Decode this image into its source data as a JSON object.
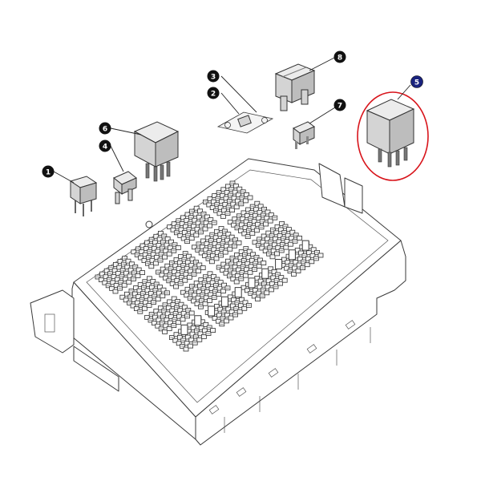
{
  "callouts": [
    {
      "label": "1"
    },
    {
      "label": "2"
    },
    {
      "label": "3"
    },
    {
      "label": "4"
    },
    {
      "label": "5"
    },
    {
      "label": "6"
    },
    {
      "label": "7"
    },
    {
      "label": "8"
    }
  ],
  "colors": {
    "callout_fill": "#111111",
    "highlight_callout_fill": "#1a237e",
    "highlight_ring": "#d8141b"
  }
}
